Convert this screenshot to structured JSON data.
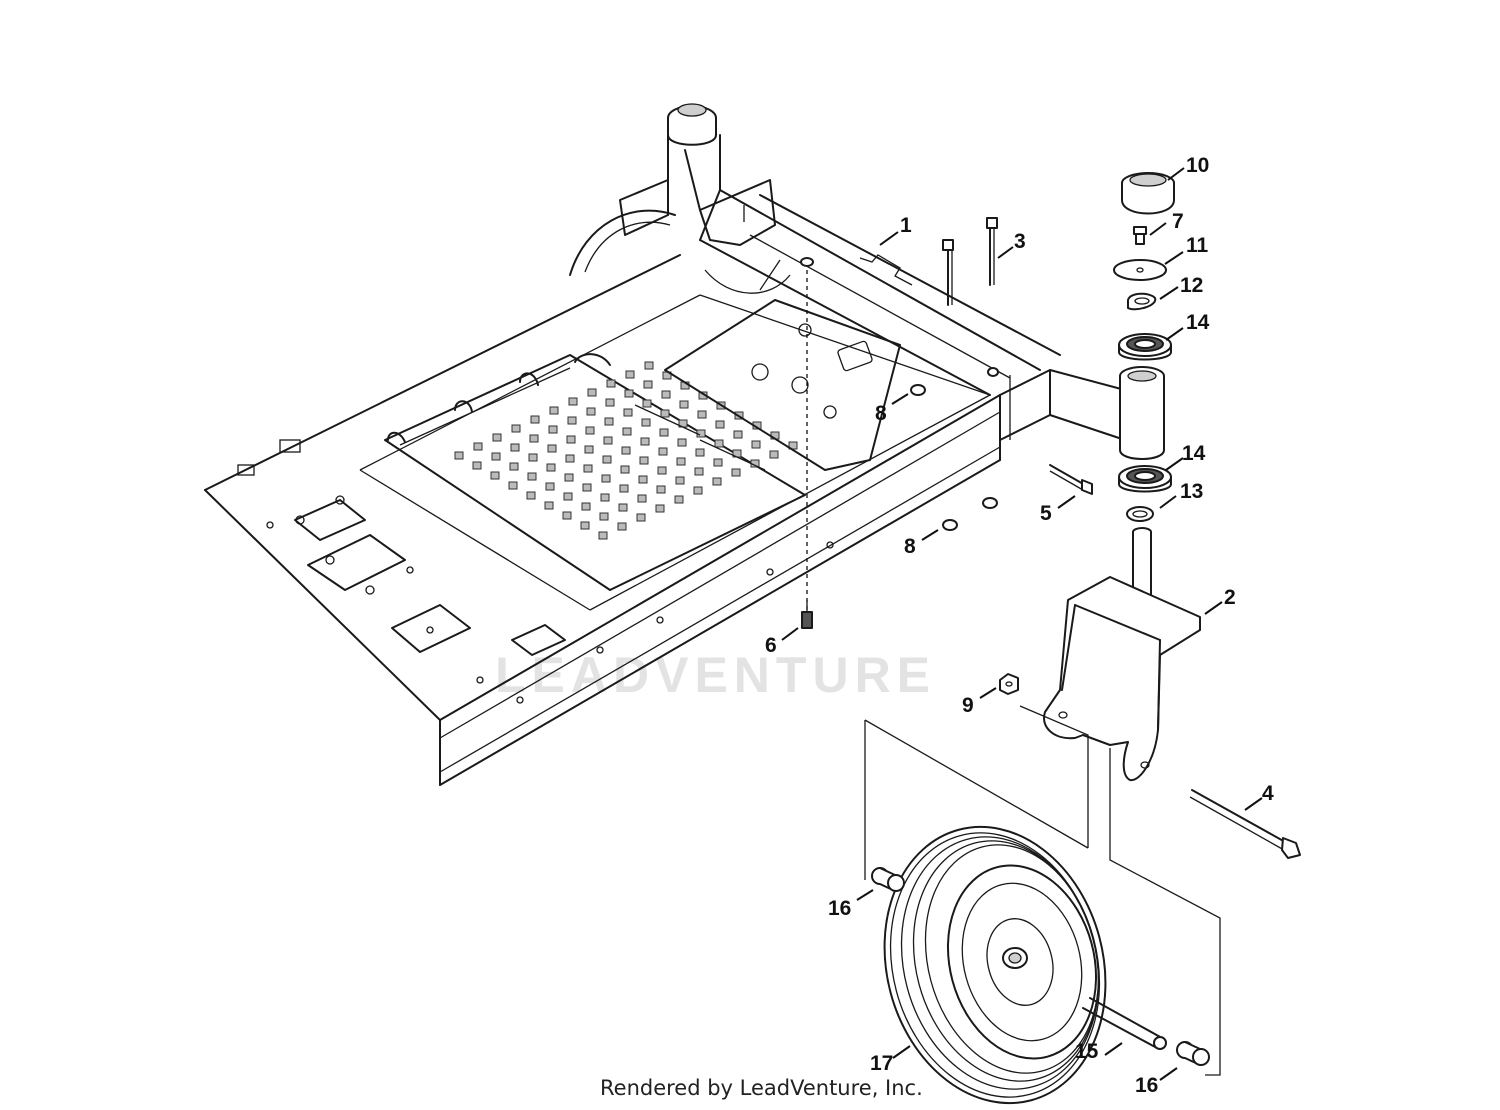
{
  "watermark": "LEADVENTURE",
  "footer": "Rendered by LeadVenture, Inc.",
  "callouts": [
    "1",
    "2",
    "3",
    "4",
    "5",
    "6",
    "7",
    "8",
    "8",
    "9",
    "10",
    "11",
    "12",
    "13",
    "14",
    "14",
    "15",
    "16",
    "16",
    "17"
  ]
}
